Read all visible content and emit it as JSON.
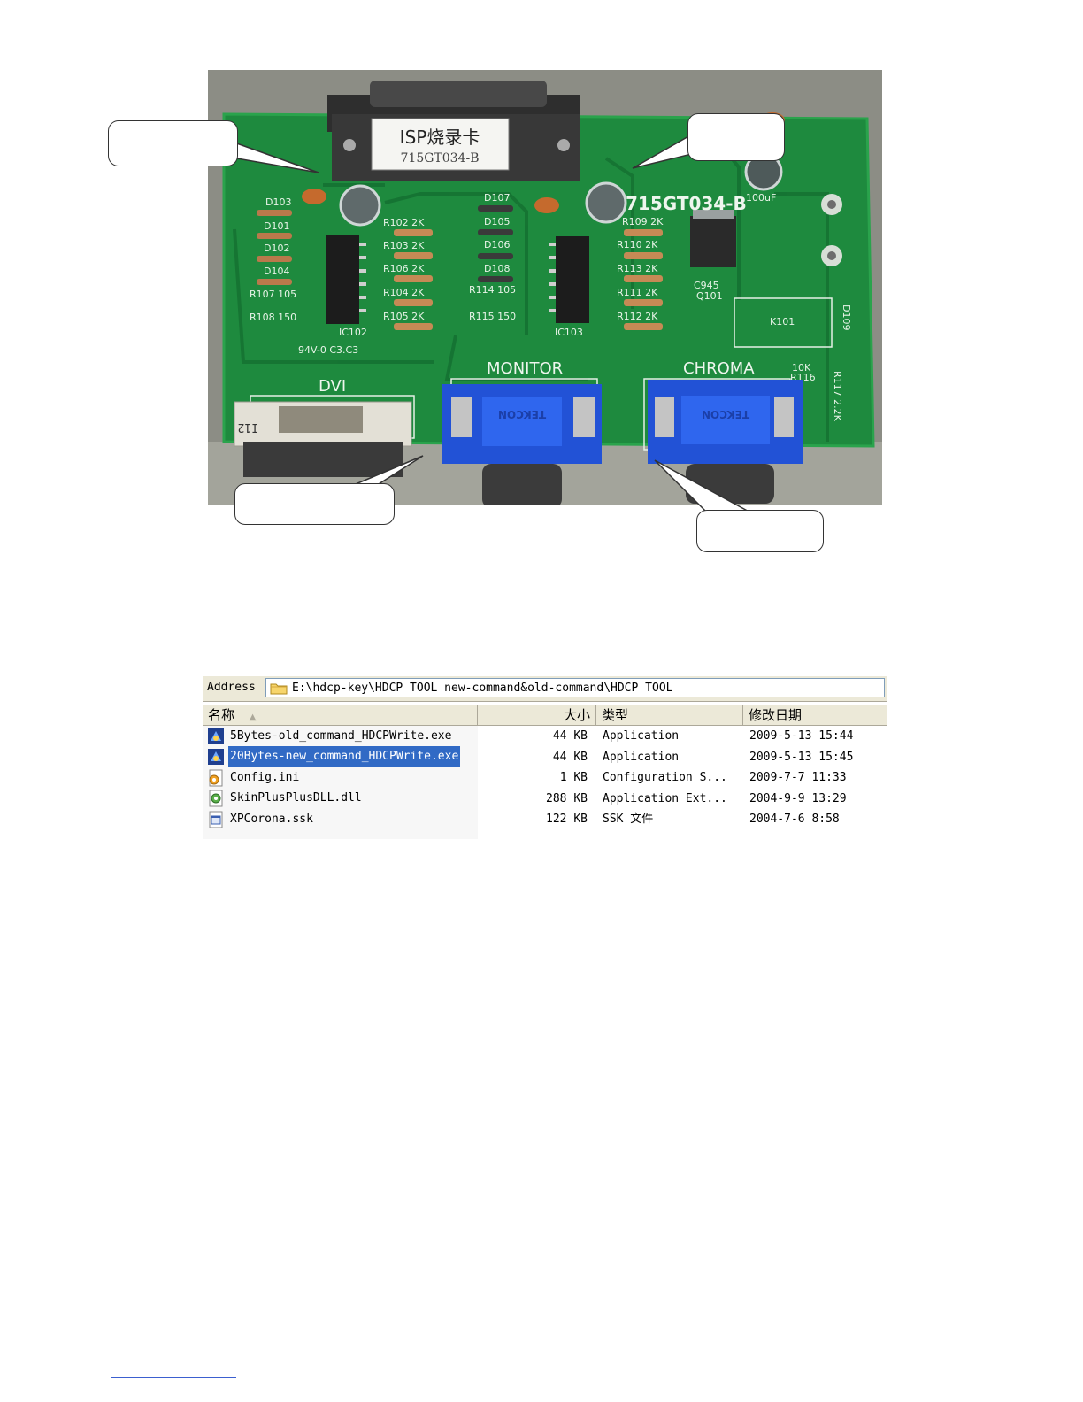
{
  "photo": {
    "isp_label_line1": "ISP烧录卡",
    "isp_label_line2": "715GT034-B",
    "board_name": "715GT034-B",
    "connector_labels": [
      "MONITOR",
      "CHROMA",
      "DVI"
    ],
    "brand_marks": [
      "TEKCON",
      "TEKCON"
    ],
    "silkscreen_left": [
      "D103",
      "D101",
      "D102",
      "D104",
      "R107 105",
      "R108 150"
    ],
    "silkscreen_center_left": [
      "R102 2K",
      "R103 2K",
      "R106 2K",
      "R104 2K",
      "R105 2K"
    ],
    "silkscreen_center": [
      "D107",
      "D105",
      "D106",
      "D108",
      "R114 105",
      "R115 150",
      "IC103"
    ],
    "silkscreen_right": [
      "R109 2K",
      "R110 2K",
      "R113 2K",
      "R111 2K",
      "R112 2K"
    ],
    "silkscreen_far_right": [
      "C945",
      "Q101",
      "K101",
      "D109",
      "10K",
      "R116",
      "R117 2.2K"
    ],
    "ic_left": "IC102",
    "cap_label": "100uF",
    "ul_mark": "94V-0 C3.C3",
    "dvi_part": "I12"
  },
  "explorer": {
    "address_label": "Address",
    "address_path": "E:\\hdcp-key\\HDCP TOOL new-command&old-command\\HDCP TOOL",
    "columns": {
      "name": "名称",
      "size": "大小",
      "type": "类型",
      "modified": "修改日期"
    },
    "files": [
      {
        "name": "5Bytes-old_command_HDCPWrite.exe",
        "size": "44 KB",
        "type": "Application",
        "modified": "2009-5-13 15:44",
        "icon": "application-exe-icon",
        "selected": false
      },
      {
        "name": "20Bytes-new_command_HDCPWrite.exe",
        "size": "44 KB",
        "type": "Application",
        "modified": "2009-5-13 15:45",
        "icon": "application-exe-icon",
        "selected": true
      },
      {
        "name": "Config.ini",
        "size": "1 KB",
        "type": "Configuration S...",
        "modified": "2009-7-7 11:33",
        "icon": "config-file-icon",
        "selected": false
      },
      {
        "name": "SkinPlusPlusDLL.dll",
        "size": "288 KB",
        "type": "Application Ext...",
        "modified": "2004-9-9 13:29",
        "icon": "dll-file-icon",
        "selected": false
      },
      {
        "name": "XPCorona.ssk",
        "size": "122 KB",
        "type": "SSK 文件",
        "modified": "2004-7-6 8:58",
        "icon": "ssk-file-icon",
        "selected": false
      }
    ],
    "selection_color": "#316ac5"
  }
}
